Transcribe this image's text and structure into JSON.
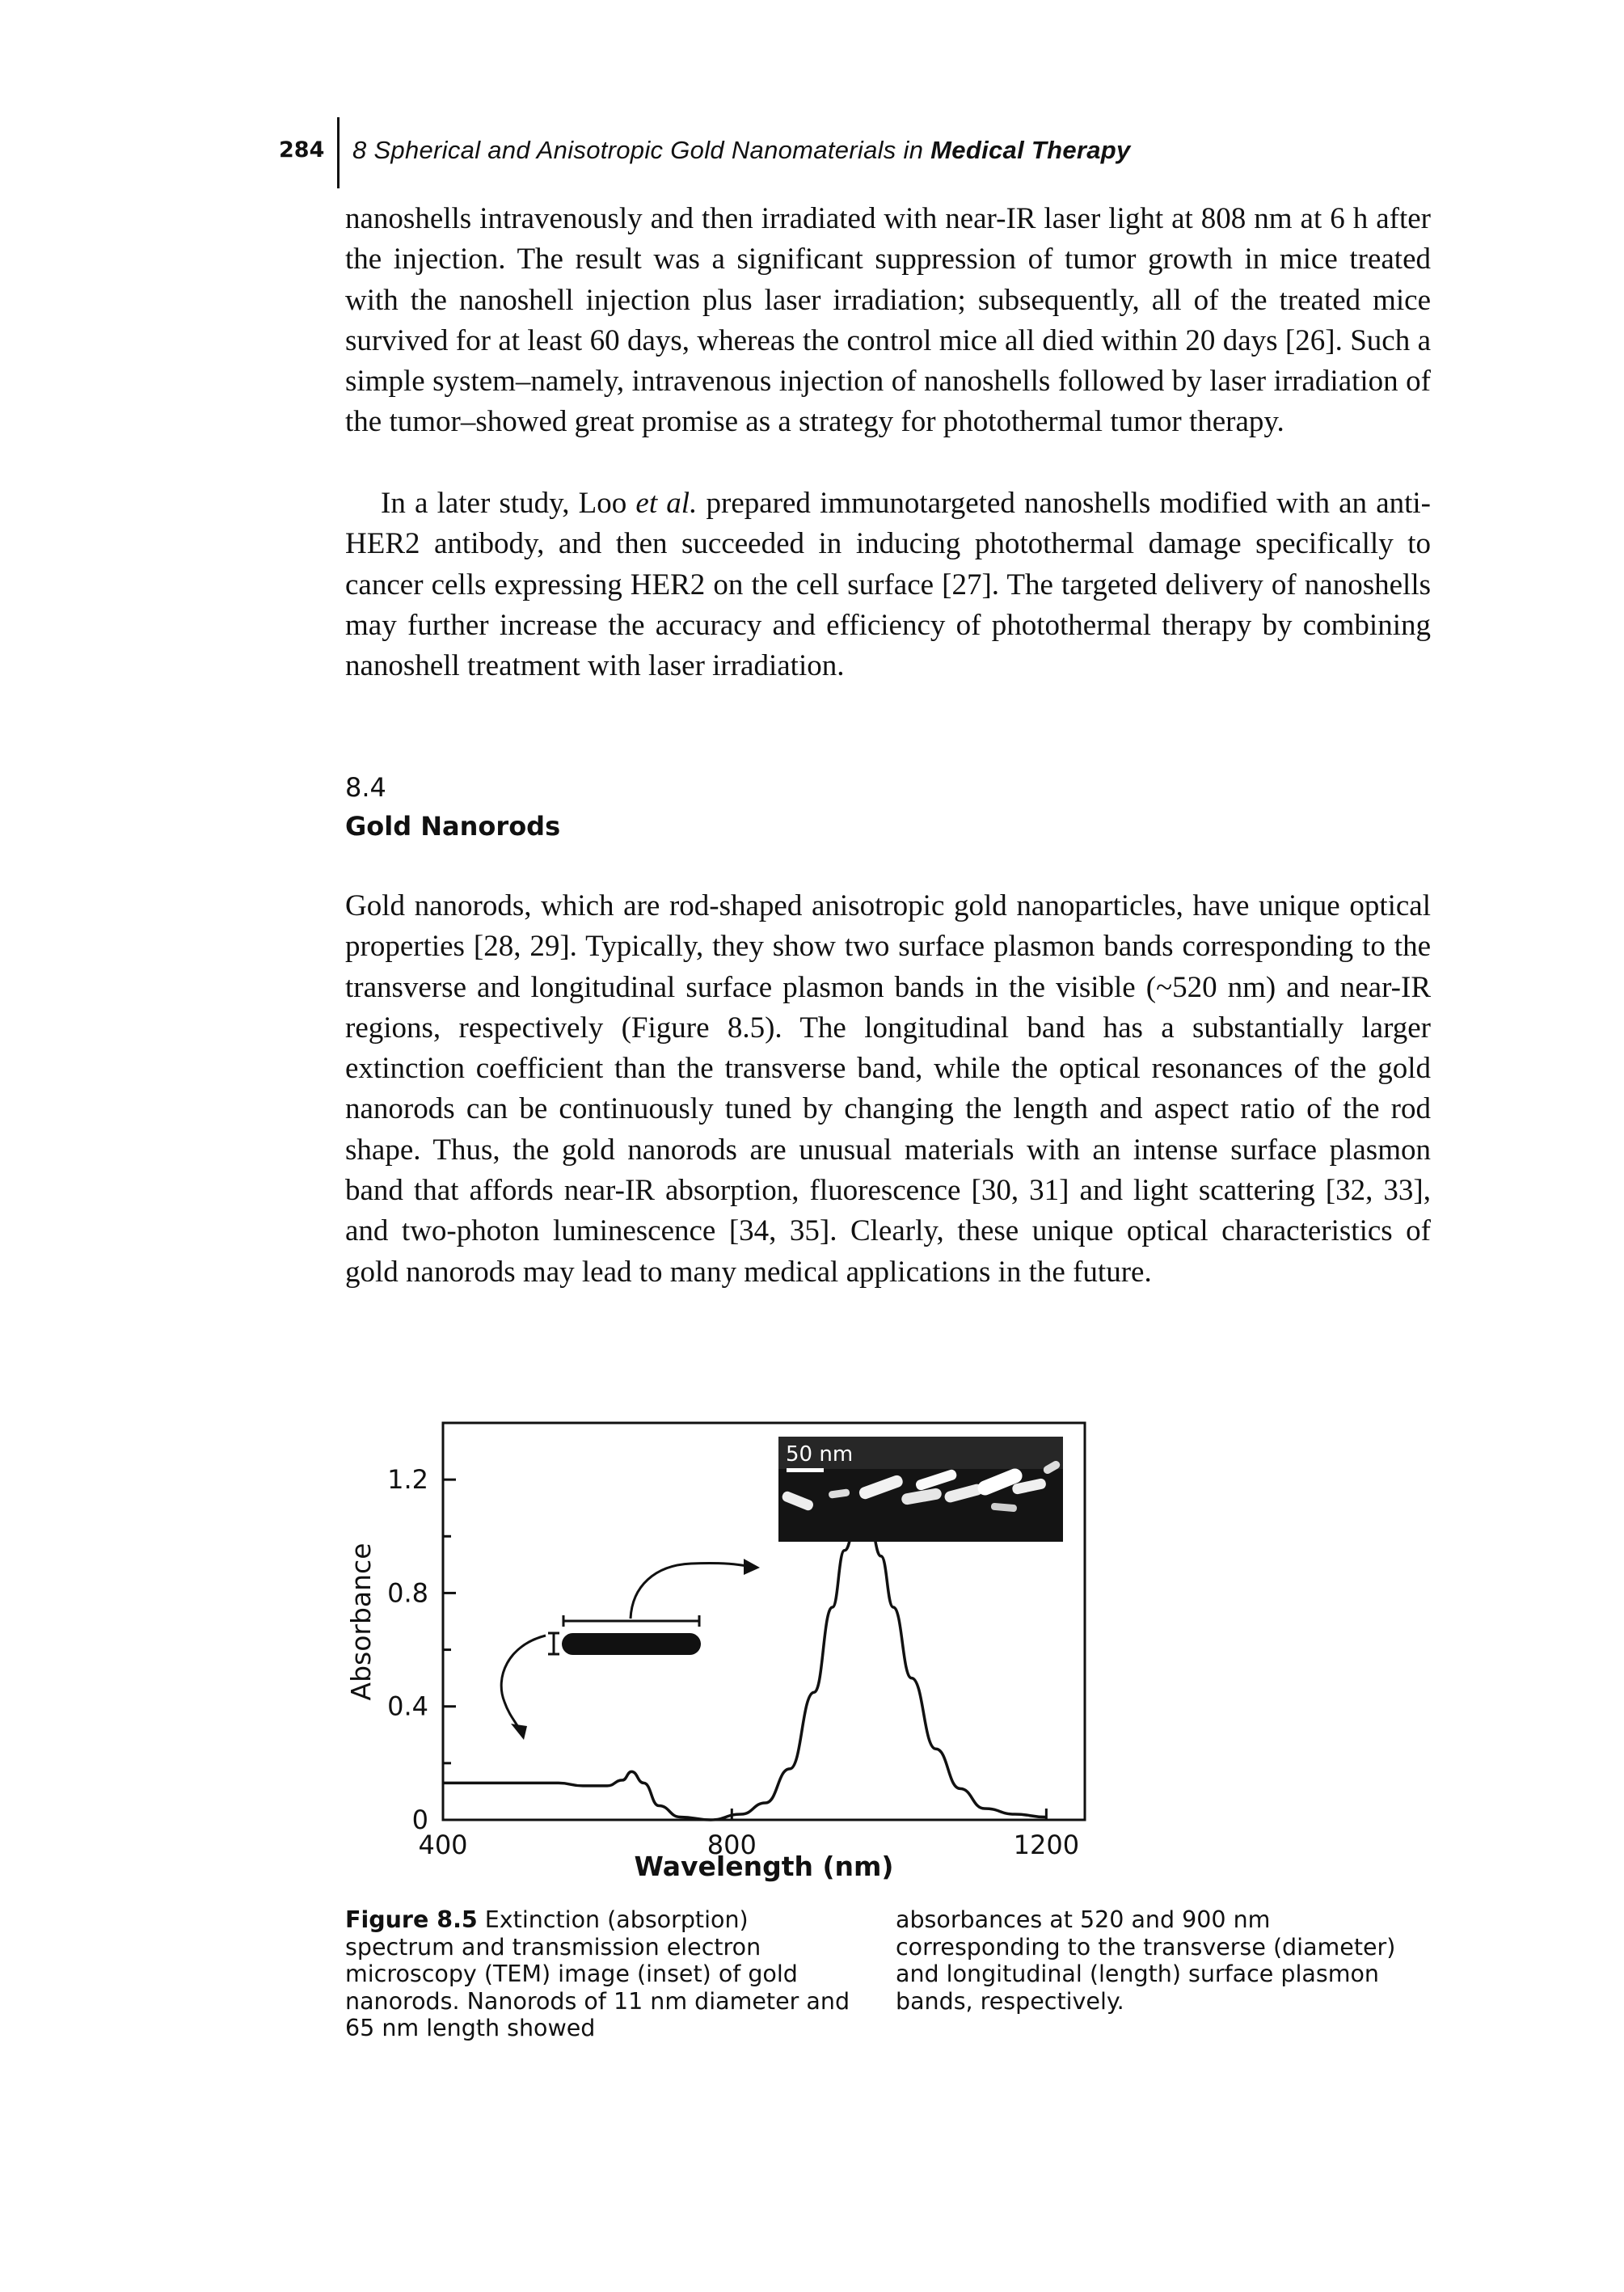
{
  "header": {
    "page_number": "284",
    "chapter": "8 Spherical and Anisotropic Gold Nanomaterials in ",
    "chapter_bold": "Medical Therapy"
  },
  "body": {
    "paragraph_1": "nanoshells intravenously and then irradiated with near-IR laser light at 808 nm at 6 h after the injection. The result was a significant suppression of tumor growth in mice treated with the nanoshell injection plus laser irradiation; subsequently, all of the treated mice survived for at least 60 days, whereas the control mice all died within 20 days [26]. Such a simple system–namely, intravenous injection of nanoshells followed by laser irradiation of the tumor–showed great promise as a strategy for photothermal tumor therapy.",
    "paragraph_2_a": "In a later study, Loo ",
    "paragraph_2_em": "et al.",
    "paragraph_2_b": " prepared immunotargeted nanoshells modified with an anti-HER2 antibody, and then succeeded in inducing photothermal damage specifically to cancer cells expressing HER2 on the cell surface [27]. The targeted delivery of nanoshells may further increase the accuracy and efficiency of photothermal therapy by combining nanoshell treatment with laser irradiation.",
    "section_number": "8.4",
    "section_title": "Gold Nanorods",
    "paragraph_3": "Gold nanorods, which are rod-shaped anisotropic gold nanoparticles, have unique optical properties [28, 29]. Typically, they show two surface plasmon bands corresponding to the transverse and longitudinal surface plasmon bands in the visible (~520 nm) and near-IR regions, respectively (Figure 8.5). The longitudinal band has a substantially larger extinction coefficient than the transverse band, while the optical resonances of the gold nanorods can be continuously tuned by changing the length and aspect ratio of the rod shape. Thus, the gold nanorods are unusual materials with an intense surface plasmon band that affords near-IR absorption, fluorescence [30, 31] and light scattering [32, 33], and two-photon luminescence [34, 35]. Clearly, these unique optical characteristics of gold nanorods may lead to many medical applications in the future."
  },
  "figure": {
    "inset_scale_label": "50 nm",
    "caption_label": "Figure 8.5",
    "caption_left": " Extinction (absorption) spectrum and transmission electron microscopy (TEM) image (inset) of gold nanorods. Nanorods of 11 nm diameter and 65 nm length showed",
    "caption_right": "absorbances at 520 and 900 nm corresponding to the transverse (diameter) and longitudinal (length) surface plasmon bands, respectively."
  },
  "chart_data": {
    "type": "line",
    "xlabel": "Wavelength (nm)",
    "ylabel": "Absorbance",
    "xlim": [
      400,
      1200
    ],
    "ylim": [
      0,
      1.4
    ],
    "x_ticks": [
      "400",
      "800",
      "1200"
    ],
    "y_ticks": [
      "0",
      "0.4",
      "0.8",
      "1.2"
    ],
    "series": [
      {
        "x": [
          400,
          440,
          480,
          505,
          520,
          540,
          565,
          600,
          650,
          700,
          740,
          780,
          820,
          850,
          870,
          890,
          900,
          910,
          930,
          950,
          980,
          1020,
          1060,
          1100,
          1150,
          1200
        ],
        "y": [
          0.13,
          0.12,
          0.12,
          0.14,
          0.17,
          0.13,
          0.05,
          0.01,
          0.0,
          0.02,
          0.06,
          0.18,
          0.45,
          0.75,
          0.95,
          1.05,
          1.07,
          1.05,
          0.93,
          0.75,
          0.5,
          0.25,
          0.11,
          0.04,
          0.02,
          0.01
        ]
      }
    ]
  }
}
